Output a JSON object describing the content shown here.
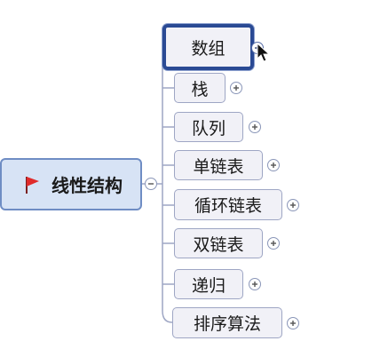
{
  "root": {
    "label": "线性结构",
    "flag_icon": "red-flag-icon",
    "flag_color": "#e02b2b",
    "toggle_icon": "collapse-minus-icon"
  },
  "children": [
    {
      "label": "数组",
      "selected": true,
      "toggle_icon": "expand-plus-icon"
    },
    {
      "label": "栈",
      "selected": false,
      "toggle_icon": "expand-plus-icon"
    },
    {
      "label": "队列",
      "selected": false,
      "toggle_icon": "expand-plus-icon"
    },
    {
      "label": "单链表",
      "selected": false,
      "toggle_icon": "expand-plus-icon"
    },
    {
      "label": "循环链表",
      "selected": false,
      "toggle_icon": "expand-plus-icon"
    },
    {
      "label": "双链表",
      "selected": false,
      "toggle_icon": "expand-plus-icon"
    },
    {
      "label": "递归",
      "selected": false,
      "toggle_icon": "expand-plus-icon"
    },
    {
      "label": "排序算法",
      "selected": false,
      "toggle_icon": "expand-plus-icon"
    }
  ],
  "colors": {
    "node_fill": "#f1f1f7",
    "node_border": "#9ea6c4",
    "root_fill": "#d7e3f5",
    "root_border": "#6f8dc4",
    "selection_border": "#2a4a94",
    "connector": "#9ea6c4"
  },
  "cursor_icon": "mouse-pointer-icon"
}
